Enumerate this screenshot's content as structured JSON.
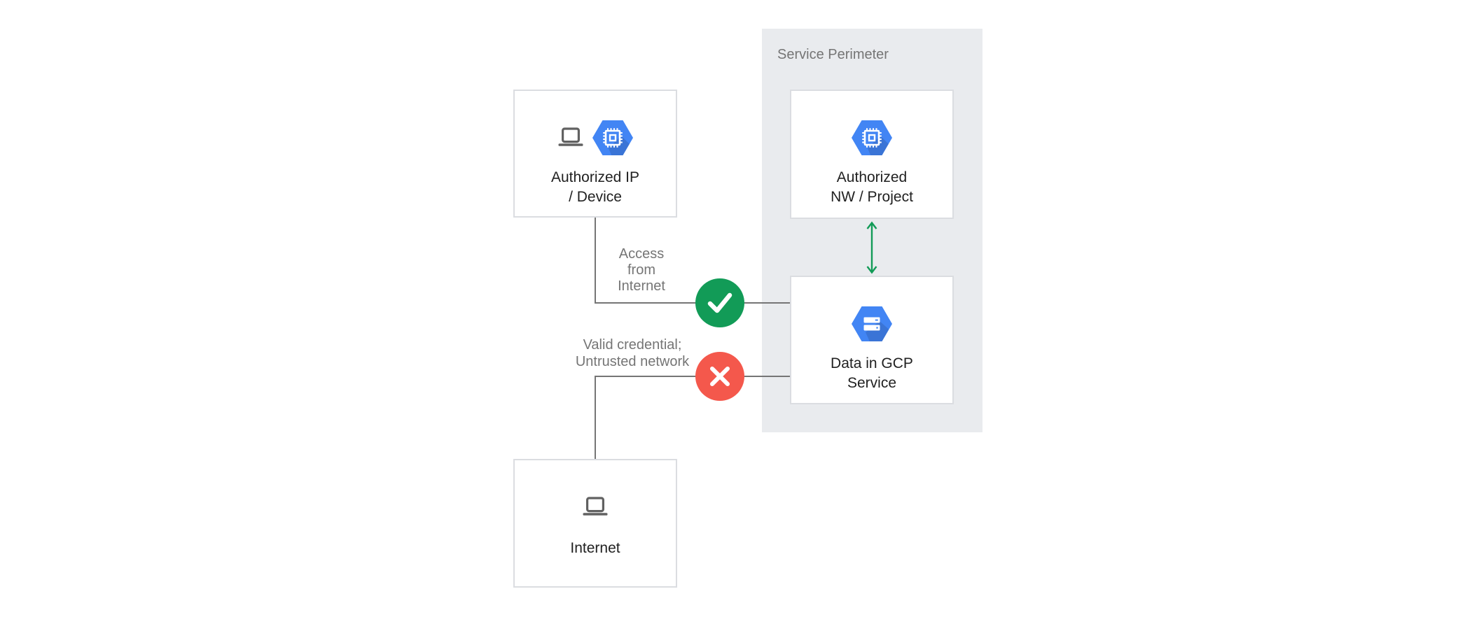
{
  "perimeter": {
    "label": "Service Perimeter"
  },
  "nodes": {
    "authorized_ip_device": {
      "lines": [
        "Authorized IP",
        "/ Device"
      ]
    },
    "authorized_nw_project": {
      "lines": [
        "Authorized",
        "NW / Project"
      ]
    },
    "data_in_gcp_service": {
      "lines": [
        "Data in GCP",
        "Service"
      ]
    },
    "internet": {
      "lines": [
        "Internet"
      ]
    }
  },
  "edge_labels": {
    "allowed": [
      "Access",
      "from",
      "Internet"
    ],
    "denied": [
      "Valid credential;",
      "Untrusted network"
    ]
  },
  "icons": {
    "laptop": "laptop-icon",
    "compute_hexagon": "gcp-compute-hexagon-icon",
    "storage_hexagon": "gcp-storage-hexagon-icon",
    "allowed_badge": "check-icon",
    "denied_badge": "x-icon",
    "bidirectional_arrow": "double-arrow-icon"
  },
  "colors": {
    "gcp_blue": "#4285F4",
    "gcp_blue_shadow": "#3367D6",
    "allowed_green": "#129B57",
    "denied_red": "#F4584C",
    "perimeter_bg": "#E9EBEE",
    "connector_gray": "#757575",
    "box_border": "#DBDDE1",
    "label_gray": "#757575",
    "node_text": "#212121",
    "laptop_gray": "#616161"
  }
}
